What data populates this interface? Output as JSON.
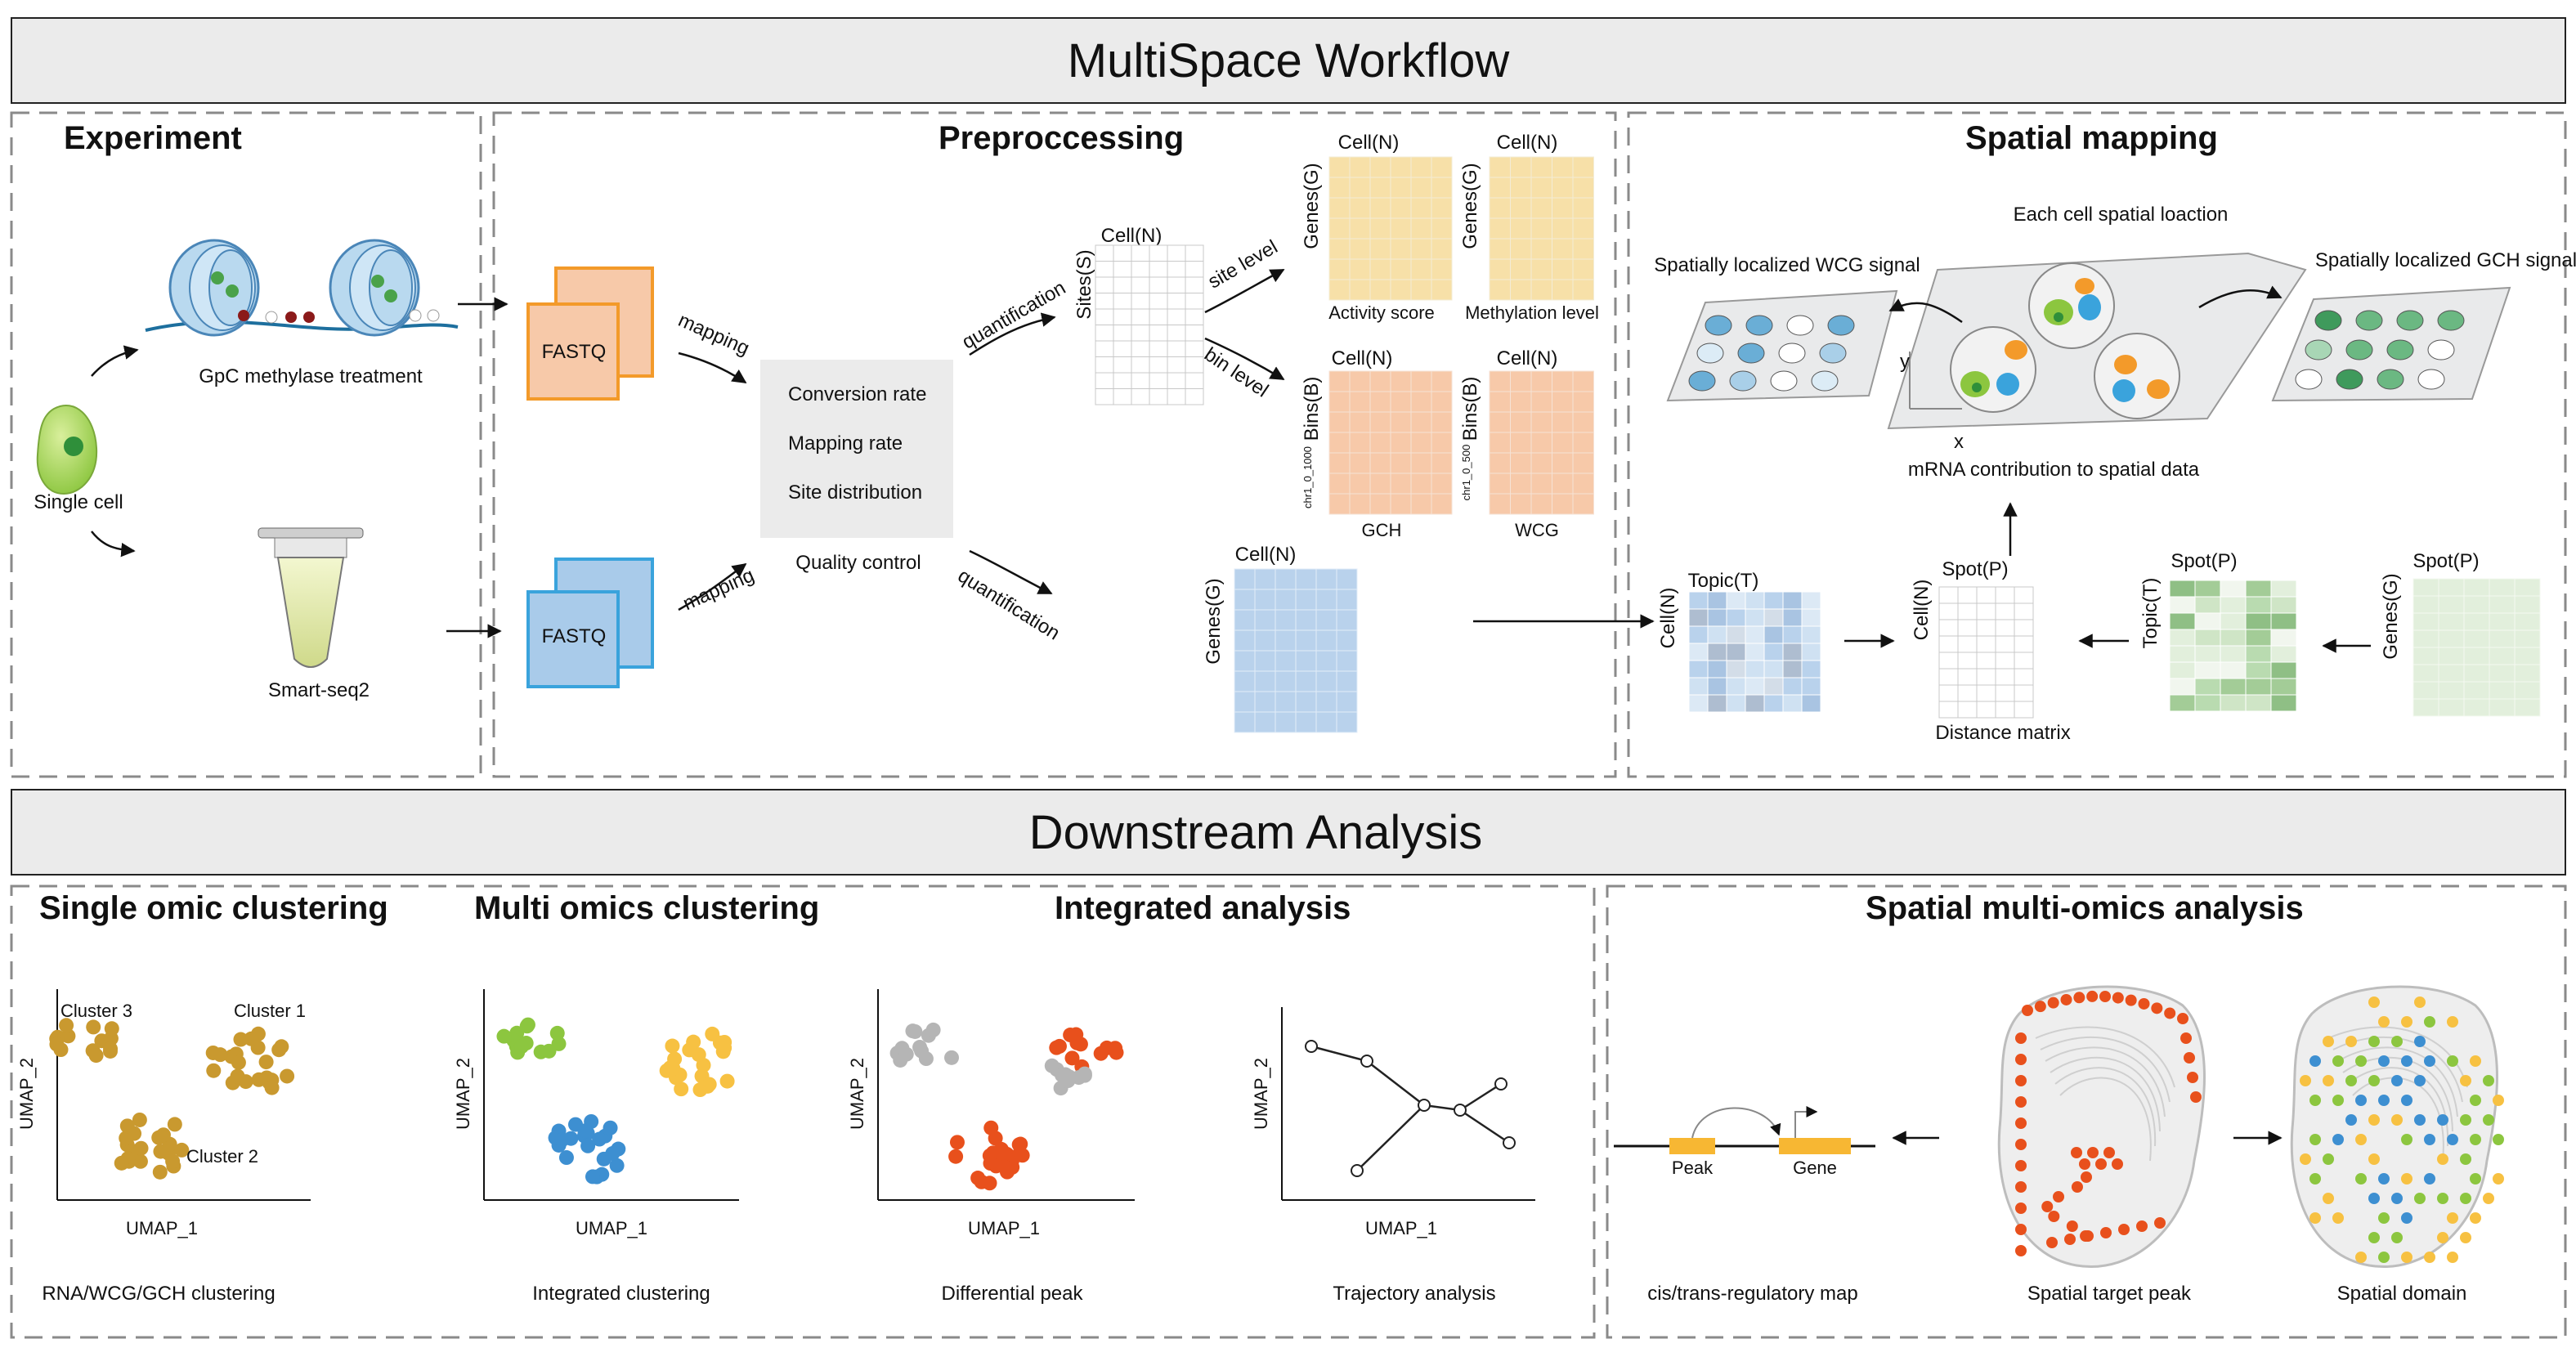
{
  "banners": {
    "top": "MultiSpace Workflow",
    "bottom": "Downstream Analysis"
  },
  "sections": {
    "experiment": "Experiment",
    "preprocessing": "Preproccessing",
    "spatial_mapping": "Spatial mapping",
    "single_omic": "Single omic clustering",
    "multi_omics": "Multi omics clustering",
    "integrated": "Integrated analysis",
    "spatial_multi": "Spatial multi-omics analysis"
  },
  "experiment": {
    "gpc": "GpC methylase treatment",
    "single_cell": "Single cell",
    "smartseq": "Smart-seq2"
  },
  "preprocessing": {
    "fastq_top": "FASTQ",
    "fastq_bottom": "FASTQ",
    "mapping_top": "mapping",
    "mapping_bottom": "mapping",
    "qc_items": [
      "Conversion rate",
      "Mapping rate",
      "Site distribution"
    ],
    "qc_title": "Quality control",
    "quant_top": "quantification",
    "quant_bottom": "quantification",
    "sites_matrix": {
      "col": "Cell(N)",
      "row": "Sites(S)"
    },
    "site_level": "site level",
    "bin_level": "bin level",
    "activity": {
      "col": "Cell(N)",
      "row": "Genes(G)",
      "caption": "Activity score"
    },
    "methylation": {
      "col": "Cell(N)",
      "row": "Genes(G)",
      "caption": "Methylation level"
    },
    "gch_bins": {
      "col": "Cell(N)",
      "row": "Bins(B)",
      "tick": "chr1_0_1000",
      "caption": "GCH"
    },
    "wcg_bins": {
      "col": "Cell(N)",
      "row": "Bins(B)",
      "tick": "chr1_0_500",
      "caption": "WCG"
    },
    "rna": {
      "col": "Cell(N)",
      "row": "Genes(G)"
    }
  },
  "spatial": {
    "each_cell": "Each cell spatial loaction",
    "wcg_signal": "Spatially localized WCG signal",
    "gch_signal": "Spatially localized GCH signal",
    "axis_y": "y",
    "axis_x": "x",
    "mrna": "mRNA contribution to spatial data",
    "topic_matrix": {
      "col": "Topic(T)",
      "row": "Cell(N)"
    },
    "distance_matrix": {
      "col": "Spot(P)",
      "row": "Cell(N)",
      "caption": "Distance matrix"
    },
    "topic_spot": {
      "col": "Spot(P)",
      "row": "Topic(T)"
    },
    "gene_spot": {
      "col": "Spot(P)",
      "row": "Genes(G)"
    }
  },
  "downstream": {
    "single_omic": {
      "cluster1": "Cluster 1",
      "cluster2": "Cluster 2",
      "cluster3": "Cluster 3",
      "xlabel": "UMAP_1",
      "ylabel": "UMAP_2",
      "caption": "RNA/WCG/GCH clustering"
    },
    "multi_omics": {
      "xlabel": "UMAP_1",
      "ylabel": "UMAP_2",
      "caption": "Integrated clustering"
    },
    "differential": {
      "xlabel": "UMAP_1",
      "ylabel": "UMAP_2",
      "caption": "Differential peak"
    },
    "trajectory": {
      "xlabel": "UMAP_1",
      "ylabel": "UMAP_2",
      "caption": "Trajectory analysis"
    },
    "regulatory": {
      "peak": "Peak",
      "gene": "Gene",
      "caption": "cis/trans-regulatory map"
    },
    "target_peak": {
      "caption": "Spatial target peak"
    },
    "domain": {
      "caption": "Spatial domain"
    }
  },
  "colors": {
    "banner_fill": "#ebebeb",
    "orange": "#f39a2a",
    "blue": "#3aa3dc",
    "gold": "#c9992f",
    "green": "#8cc63f",
    "yellow": "#f7c142",
    "umap_blue": "#3d8fd1",
    "red_orange": "#e8501c",
    "grey": "#b5b5b5"
  }
}
